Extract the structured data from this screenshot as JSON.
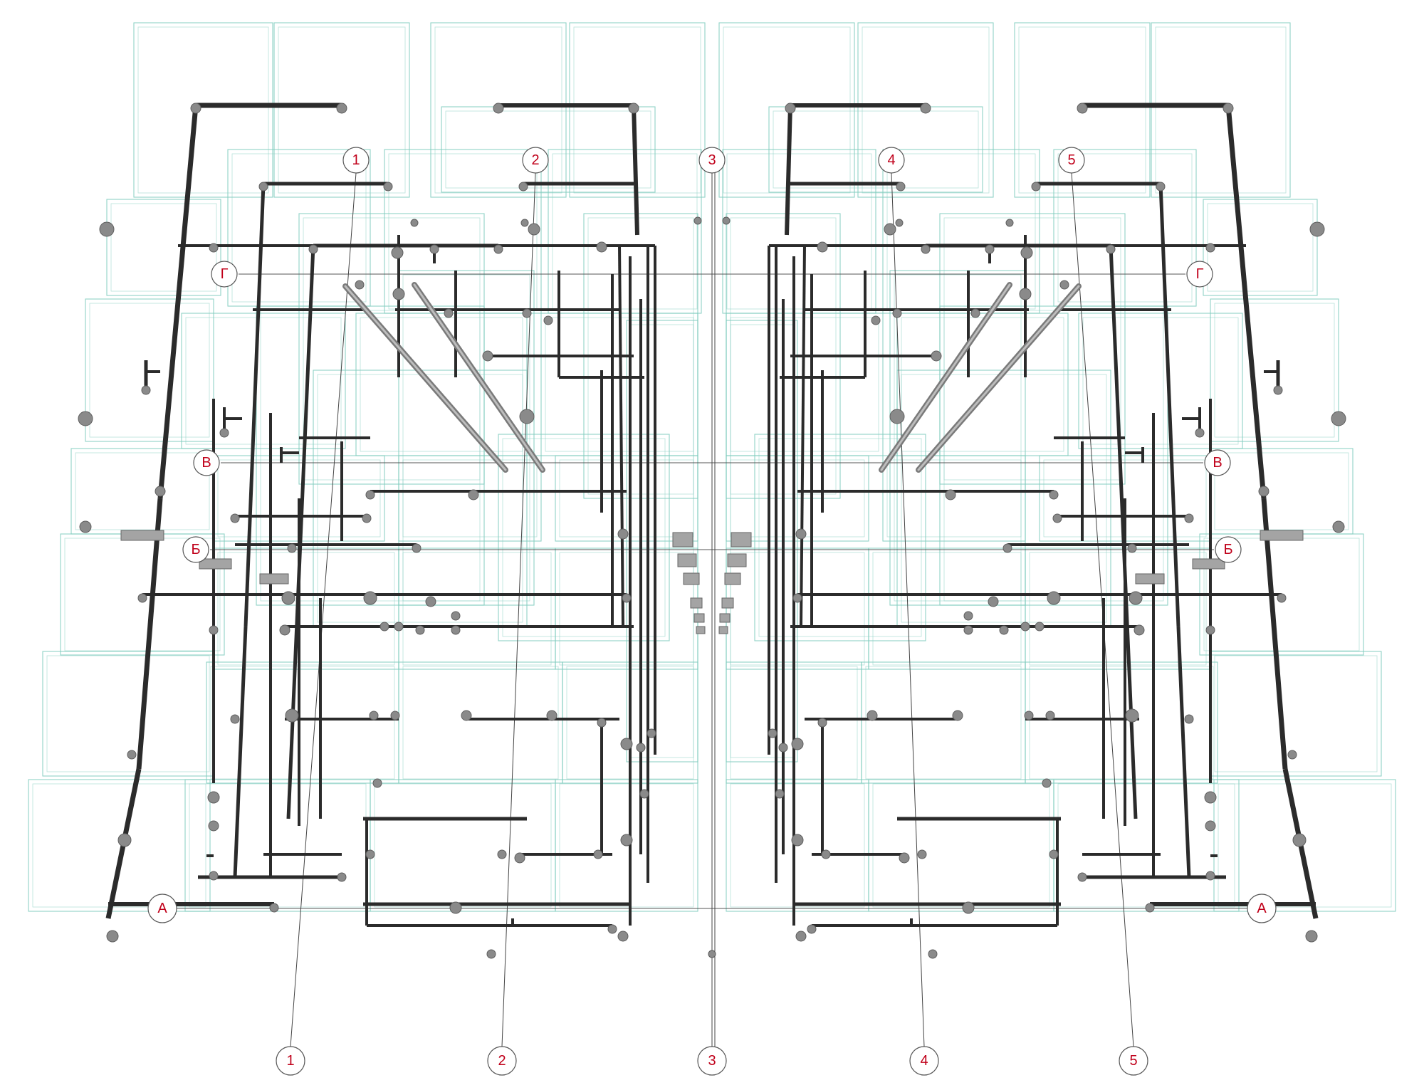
{
  "colors": {
    "background": "#ffffff",
    "slab_outline": "#7ecbbd",
    "beam": "#2b2b2b",
    "pile": "#8a8a8a",
    "axis_line": "#444444",
    "axis_label": "#c0001a",
    "axis_bubble": "#555555",
    "brace": "#7a7a7a"
  },
  "axes": {
    "vertical": [
      "1",
      "2",
      "3",
      "4",
      "5"
    ],
    "horizontal": [
      "А",
      "Б",
      "В",
      "Г"
    ]
  }
}
